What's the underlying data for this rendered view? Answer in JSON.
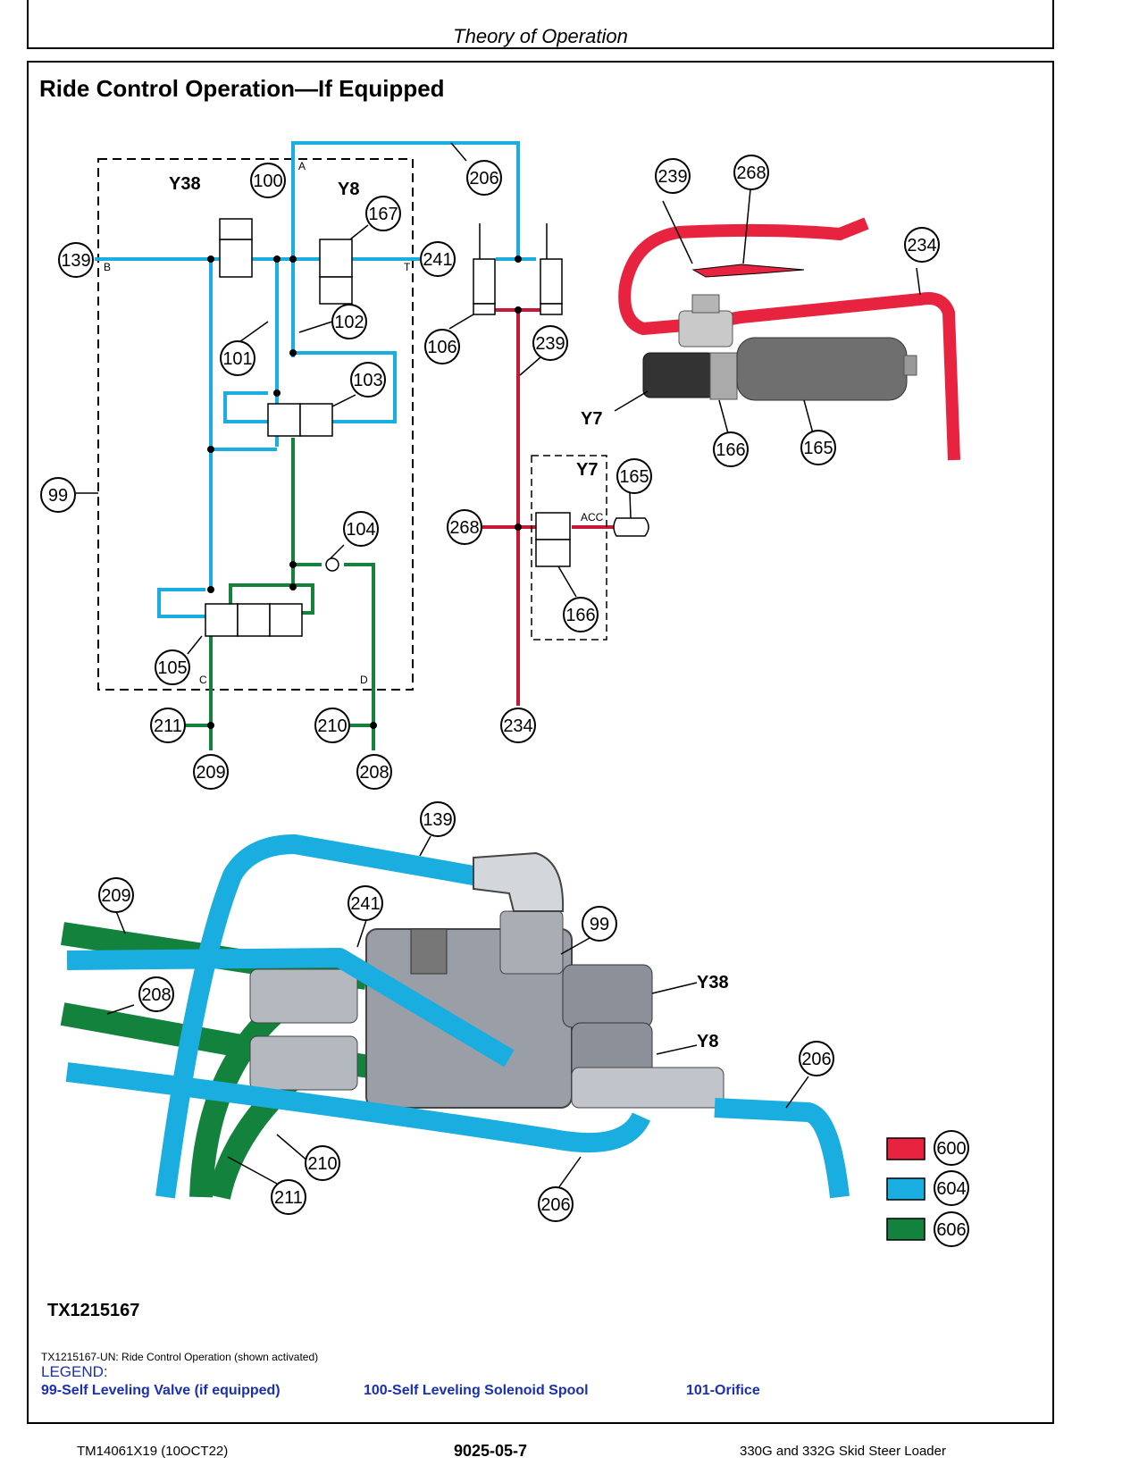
{
  "header": {
    "title": "Theory of Operation"
  },
  "section_title": "Ride Control Operation—If Equipped",
  "figure": {
    "id": "TX1215167",
    "caption": "TX1215167-UN: Ride Control Operation (shown activated)",
    "callouts": [
      "99",
      "100",
      "101",
      "102",
      "103",
      "104",
      "105",
      "106",
      "139",
      "165",
      "166",
      "167",
      "206",
      "208",
      "209",
      "210",
      "211",
      "234",
      "239",
      "241",
      "268"
    ],
    "component_labels": [
      "Y38",
      "Y8",
      "Y7",
      "Y38",
      "Y8",
      "Y7"
    ],
    "port_labels": [
      "A",
      "B",
      "T",
      "C",
      "D",
      "ACC"
    ],
    "color_key": [
      {
        "number": "600",
        "color": "#e8233f"
      },
      {
        "number": "604",
        "color": "#1aaee0"
      },
      {
        "number": "606",
        "color": "#12823c"
      }
    ]
  },
  "legend": {
    "heading": "LEGEND:",
    "items": [
      "99-Self Leveling Valve (if equipped)",
      "100-Self Leveling Solenoid Spool",
      "101-Orifice"
    ]
  },
  "footer": {
    "left": "TM14061X19 (10OCT22)",
    "center": "9025-05-7",
    "right": "330G and 332G Skid Steer Loader"
  }
}
